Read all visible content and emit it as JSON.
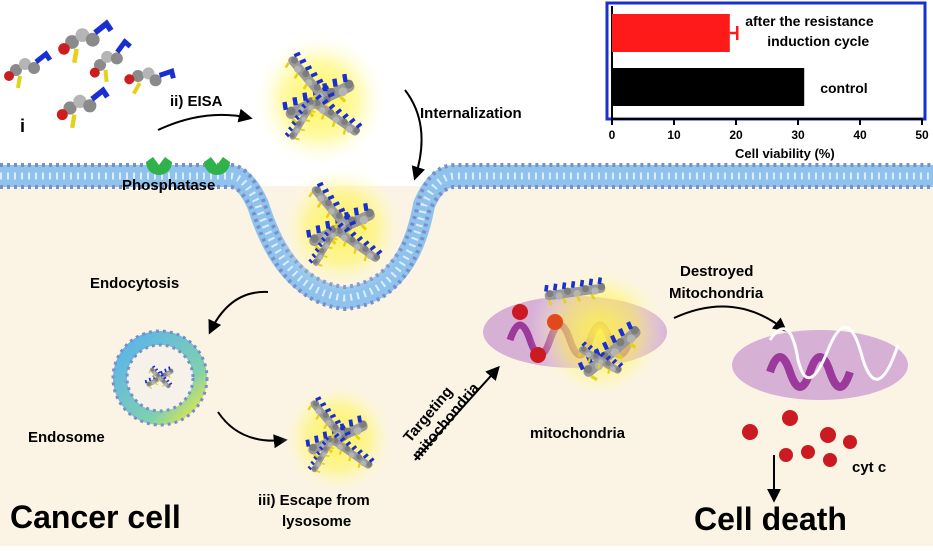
{
  "labels": {
    "i": "i",
    "eisa": "ii) EISA",
    "internalization": "Internalization",
    "phosphatase": "Phosphatase",
    "endocytosis": "Endocytosis",
    "endosome": "Endosome",
    "escape_line1": "iii) Escape from",
    "escape_line2": "lysosome",
    "targeting_line1": "Targeting",
    "targeting_line2": "mitochondria",
    "mitochondria": "mitochondria",
    "destroyed_line1": "Destroyed",
    "destroyed_line2": "Mitochondria",
    "cyt_c": "cyt  c",
    "cancer_cell": "Cancer cell",
    "cell_death": "Cell death"
  },
  "chart_data": {
    "type": "bar",
    "orientation": "horizontal",
    "categories": [
      "after the resistance induction cycle",
      "control"
    ],
    "category_lines": [
      [
        "after the resistance",
        "induction cycle"
      ],
      [
        "control"
      ]
    ],
    "values": [
      19,
      31
    ],
    "error": [
      1.2,
      0
    ],
    "colors": [
      "#ff1a1a",
      "#000000"
    ],
    "xlabel": "Cell viability (%)",
    "xlim": [
      0,
      50
    ],
    "xticks": [
      "0",
      "10",
      "20",
      "30",
      "40",
      "50"
    ]
  },
  "colors": {
    "cell_bg": "#fbf3e4",
    "frame": "#1a2fd0",
    "membrane": "#8fc3ee",
    "glow": "#fff24a",
    "mito": "#d7b0d6",
    "crista": "#9b3a9b",
    "cyt_c": "#cc1a22",
    "phosphatase": "#2fb24a"
  }
}
